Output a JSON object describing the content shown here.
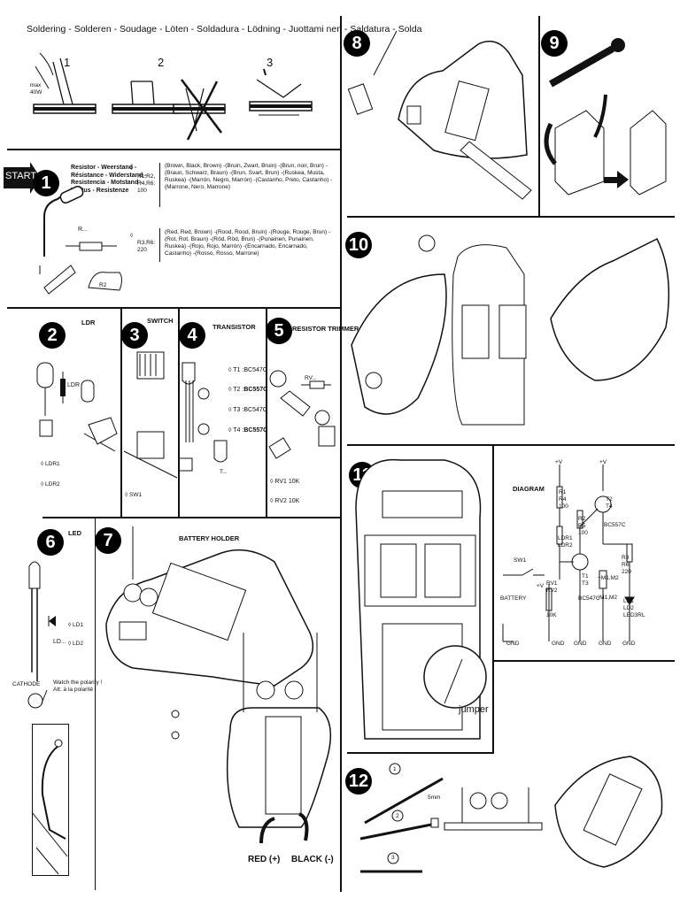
{
  "title": "Soldering - Solderen - Soudage - Löten - Soldadura - Lödning - Juottami nen - Saldatura - Solda",
  "soldering": {
    "steps": [
      "1",
      "2",
      "3"
    ],
    "power": "max\n40W"
  },
  "start_label": "START",
  "steps": {
    "s1": "1",
    "s2": "2",
    "s3": "3",
    "s4": "4",
    "s5": "5",
    "s6": "6",
    "s7": "7",
    "s8": "8",
    "s9": "9",
    "s10": "10",
    "s11": "11",
    "s12": "12"
  },
  "resistor": {
    "title_lines": [
      "Resistor - Weerstand -",
      "Résistance - Widerstand -",
      "Resistencia - Motstand -",
      "Vastus - Resistenze"
    ],
    "r1_ref": "R1,R2,\nR4,R6:\n100",
    "r1_colors": "(Brown, Black, Brown) -(Bruin, Zwart, Bruin) -(Brun, noir, Brun) -(Braun, Schwarz, Braun) -(Brun, Svart, Brun) -(Ruskea, Musta, Ruskea) -(Marrón, Negro, Marrón) -(Castanho, Preto, Castanho) -(Marrone, Nero, Marrone)",
    "r3_ref": "R3,R6:\n220",
    "r3_colors": "(Red, Red, Brown) -(Rood, Rood, Bruin) -(Rouge, Rouge, Brun) -(Rot, Rot, Braun) -(Röd, Röd, Brun) -(Punainen, Punainen, Ruskea) -(Rojo, Rojo, Marrón) -(Encarnado, Encarnado, Castanho) -(Rosso, Rosso, Marrone)",
    "label_r": "R...",
    "label_r2": "R2"
  },
  "ldr": {
    "title": "LDR",
    "label": "LDR",
    "items": [
      "LDR1",
      "LDR2"
    ]
  },
  "switch": {
    "title": "SWITCH",
    "items": [
      "SW1"
    ]
  },
  "transistor": {
    "title": "TRANSISTOR",
    "items": [
      {
        "ref": "T1 :",
        "part": "BC547C"
      },
      {
        "ref": "T2 :",
        "part": "BC557C"
      },
      {
        "ref": "T3 :",
        "part": "BC547C"
      },
      {
        "ref": "T4 :",
        "part": "BC557C"
      }
    ],
    "label_t": "T..."
  },
  "trimmer": {
    "title": "RESISTOR TRIMMER",
    "label": "RV...",
    "items": [
      {
        "ref": "RV1",
        "val": "10K"
      },
      {
        "ref": "RV2",
        "val": "10K"
      }
    ]
  },
  "led": {
    "title": "LED",
    "items": [
      "LD1",
      "LD2"
    ],
    "label": "LD...",
    "cathode": "CATHODE",
    "polarity": "Watch the polarity !\nAtt. à la polarité !"
  },
  "battery": {
    "title": "BATTERY HOLDER",
    "red": "RED (+)",
    "black": "BLACK (-)"
  },
  "jumper": "jumper",
  "diagram": {
    "title": "DIAGRAM",
    "labels": {
      "vcc1": "+V",
      "vcc2": "+V",
      "r1": "R1\nR4\n100",
      "t2": "T2\nT4",
      "r2": "R2\nR5\n100",
      "bc557": "BC557C",
      "ldr": "LDR1\nLDR2",
      "r3": "R3\nR6\n220",
      "sw": "SW1",
      "vplus": "+V",
      "rv": "RV1\nRV2",
      "rv10k": "10K",
      "t1": "T1\nT3",
      "bc547": "BC547C",
      "m1": "+M1,M2",
      "m2": "-M1,M2",
      "ld": "LD1\nLD2\nLED3RL",
      "battery": "BATTERY",
      "gnd": "GND"
    }
  },
  "wires": {
    "one": "1",
    "two": "2",
    "three": "3",
    "mm": "5mm"
  }
}
